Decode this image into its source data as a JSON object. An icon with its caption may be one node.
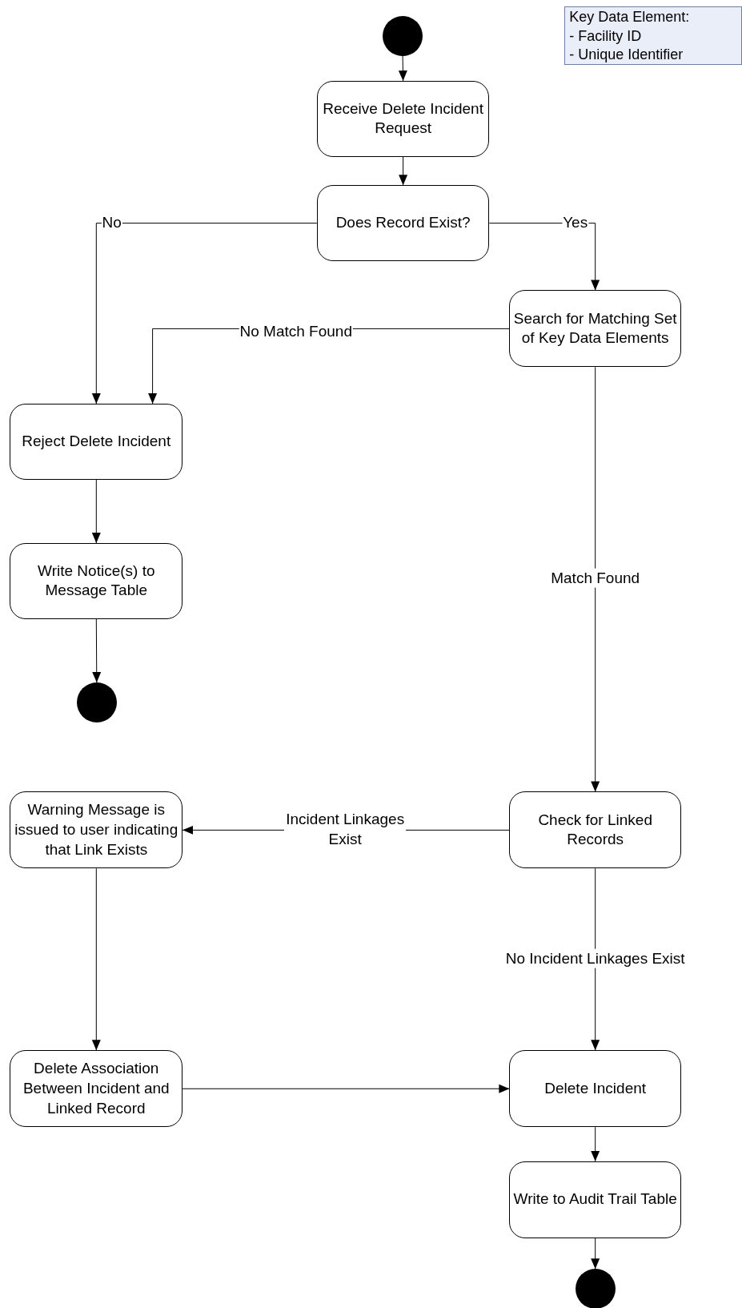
{
  "diagram": {
    "nodes": [
      {
        "text": [],
        "shape": "circle"
      },
      {
        "text": [
          "Receive Delete Incident Request"
        ]
      },
      {
        "text": [
          "Does Record Exist?"
        ]
      },
      {
        "text": [
          "Search for Matching Set of Key Data Elements"
        ]
      },
      {
        "text": [
          "Reject Delete Incident"
        ]
      },
      {
        "text": [
          "Write Notice(s) to Message Table"
        ]
      },
      {
        "text": [],
        "shape": "circle"
      },
      {
        "text": [
          "Warning Message is issued to user indicating that Link Exists"
        ]
      },
      {
        "text": [
          "Check for Linked Records"
        ]
      },
      {
        "text": [
          "Delete Association Between Incident and Linked Record"
        ]
      },
      {
        "text": [
          "Delete Incident"
        ]
      },
      {
        "text": [
          "Write to Audit Trail Table"
        ]
      },
      {
        "text": [],
        "shape": "circle"
      },
      {
        "text": [
          "Key Data Element:",
          "- Facility ID",
          "- Unique Identifier"
        ]
      }
    ],
    "edges": [
      {
        "from": 0,
        "to": 1,
        "arrow": "to"
      },
      {
        "from": 1,
        "to": 2,
        "arrow": "to"
      },
      {
        "from": 2,
        "to": 4,
        "arrow": "to",
        "label": "No"
      },
      {
        "from": 2,
        "to": 3,
        "arrow": "to",
        "label": "Yes"
      },
      {
        "from": 3,
        "to": 4,
        "arrow": "to",
        "label": "No Match Found"
      },
      {
        "from": 3,
        "to": 8,
        "arrow": "to",
        "label": "Match Found"
      },
      {
        "from": 4,
        "to": 5,
        "arrow": "to"
      },
      {
        "from": 5,
        "to": 6,
        "arrow": "to"
      },
      {
        "from": 8,
        "to": 7,
        "arrow": "to",
        "label": "Incident Linkages Exist"
      },
      {
        "from": 8,
        "to": 10,
        "arrow": "to",
        "label": "No Incident Linkages Exist"
      },
      {
        "from": 7,
        "to": 9,
        "arrow": "to"
      },
      {
        "from": 9,
        "to": 10,
        "arrow": "to"
      },
      {
        "from": 10,
        "to": 11,
        "arrow": "to"
      },
      {
        "from": 11,
        "to": 12,
        "arrow": "to"
      }
    ]
  }
}
